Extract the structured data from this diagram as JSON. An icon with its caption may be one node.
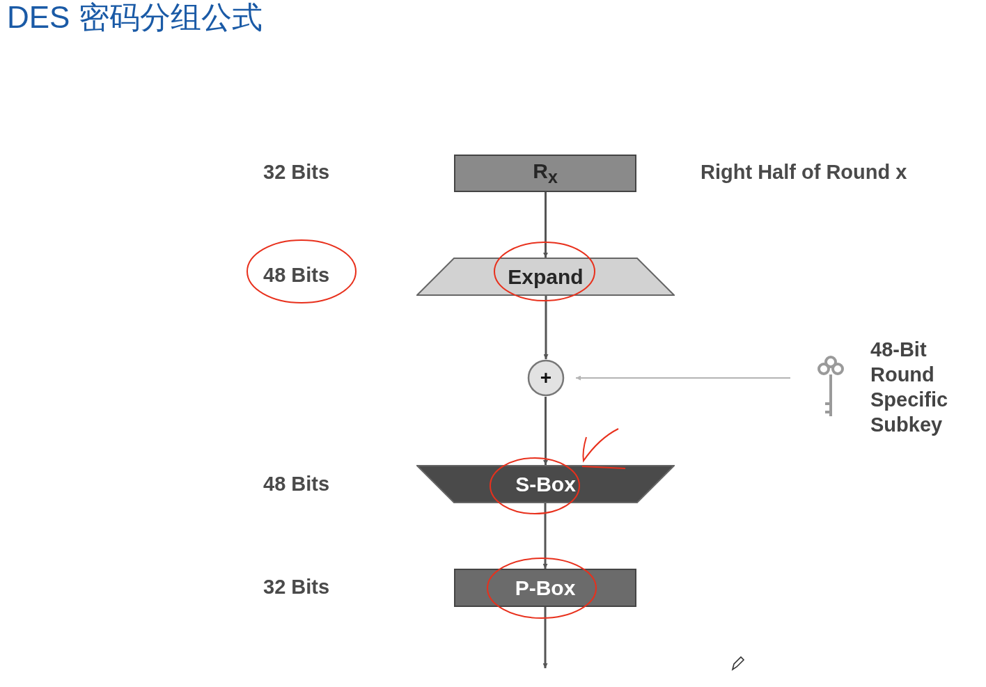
{
  "diagram": {
    "title": "DES 密码分组公式",
    "nodes": [
      {
        "text": [
          "R$_{x}$"
        ],
        "beside": [
          "Right Half of Round x"
        ]
      },
      {
        "text": [
          "Expand"
        ]
      },
      {
        "text": [
          "+"
        ]
      },
      {
        "text": [
          "48-Bit Round Specific Subkey"
        ]
      },
      {
        "text": [
          "S-Box"
        ]
      },
      {
        "text": [
          "P-Box"
        ]
      }
    ],
    "labels": [
      "32 Bits",
      "48 Bits",
      "48 Bits",
      "32 Bits"
    ],
    "edges": [
      {
        "from": 0,
        "to": 1,
        "arrow": "to"
      },
      {
        "from": 1,
        "to": 2,
        "arrow": "to"
      },
      {
        "from": 3,
        "to": 2,
        "arrow": "to",
        "color": "#b4b4b4"
      },
      {
        "from": 2,
        "to": 4,
        "arrow": "to"
      },
      {
        "from": 4,
        "to": 5,
        "arrow": "to"
      },
      {
        "from": 5,
        "to": null,
        "arrow": "to"
      }
    ]
  }
}
